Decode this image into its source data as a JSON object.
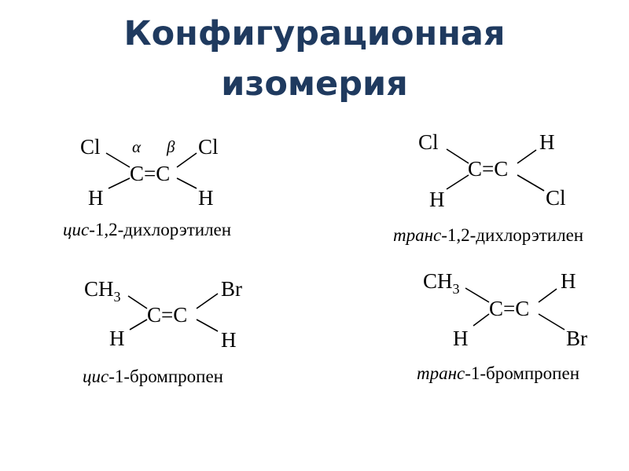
{
  "title": {
    "line1": "Конфигурационная",
    "line2": "изомерия"
  },
  "colors": {
    "title": "#1f3a5f",
    "text": "#000000",
    "background": "#ffffff"
  },
  "molecules": [
    {
      "id": "cis-dichloroethylene",
      "substituents": {
        "top_left": "Cl",
        "top_right": "Cl",
        "bottom_left": "H",
        "bottom_right": "H"
      },
      "double_bond": "C=C",
      "alpha": "α",
      "beta": "β",
      "caption_prefix": "цис",
      "caption_rest": "-1,2-дихлорэтилен"
    },
    {
      "id": "trans-dichloroethylene",
      "substituents": {
        "top_left": "Cl",
        "top_right": "H",
        "bottom_left": "H",
        "bottom_right": "Cl"
      },
      "double_bond": "C=C",
      "caption_prefix": "транс",
      "caption_rest": "-1,2-дихлорэтилен"
    },
    {
      "id": "cis-bromopropene",
      "substituents": {
        "top_left_main": "CH",
        "top_left_sub": "3",
        "top_right": "Br",
        "bottom_left": "H",
        "bottom_right": "H"
      },
      "double_bond": "C=C",
      "caption_prefix": "цис",
      "caption_rest": "-1-бромпропен"
    },
    {
      "id": "trans-bromopropene",
      "substituents": {
        "top_left_main": "CH",
        "top_left_sub": "3",
        "top_right": "H",
        "bottom_left": "H",
        "bottom_right": "Br"
      },
      "double_bond": "C=C",
      "caption_prefix": "транс",
      "caption_rest": "-1-бромпропен"
    }
  ]
}
